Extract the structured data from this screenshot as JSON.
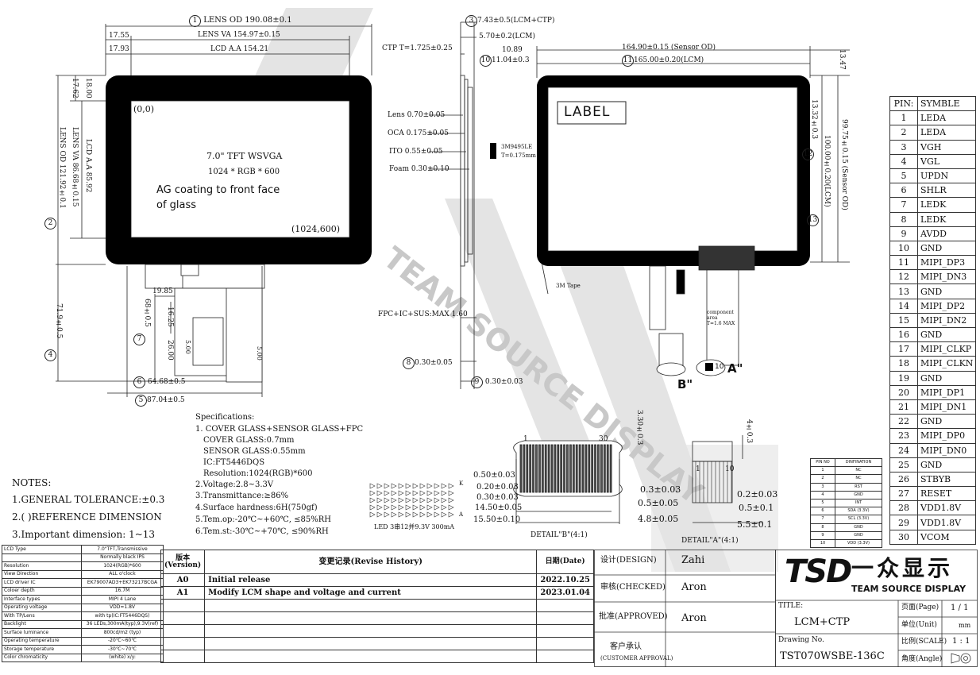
{
  "front_view": {
    "lens_od": "LENS OD 190.08±0.1",
    "lens_va": "LENS VA 154.97±0.15",
    "lcd_aa": "LCD A.A 154.21",
    "dim_1755": "17.55",
    "dim_1793": "17.93",
    "dim_1800": "18.00",
    "dim_1762": "17.62",
    "lens_od_v": "LENS OD 121.92±0.1",
    "lens_va_v": "LENS VA 86.68±0.15",
    "lcd_aa_v": "LCD A.A 85.92",
    "origin": "(0,0)",
    "end": "(1024,600)",
    "title": "7.0\" TFT WSVGA",
    "res": "1024 * RGB * 600",
    "ag1": "AG coating to front face",
    "ag2": "of glass",
    "dim_1985": "19.85",
    "dim_68": "68±0.5",
    "dim_1625": "16.25",
    "dim_2600": "26.00",
    "dim_500a": "5.00",
    "dim_500b": "5.00",
    "dim_719": "71.9±0.5",
    "dim_6468": "64.68±0.5",
    "dim_8704": "87.04±0.5"
  },
  "side_view": {
    "d3": "7.43±0.5(LCM+CTP)",
    "d570": "5.70±0.2(LCM)",
    "ctp": "CTP T=1.725±0.25",
    "lens": "Lens 0.70±0.05",
    "oca": "OCA 0.175±0.05",
    "ito": "ITO 0.55±0.05",
    "foam": "Foam 0.30±0.10",
    "tape": "3M9495LE",
    "tape_t": "T=0.175mm",
    "fpc": "FPC+IC+SUS:MAX 1.60",
    "d8": "0.30±0.05",
    "d9": "0.30±0.03"
  },
  "back_view": {
    "d1089": "10.89",
    "d1104": "11.04±0.3",
    "sensor_od": "164.90±0.15 (Sensor OD)",
    "lcm_w": "165.00±0.20(LCM)",
    "d1347": "13.47",
    "d1332": "13.32±0.3",
    "lcm_h": "100.00±0.20(LCM)",
    "sensor_h": "99.75±0.15 (Sensor OD)",
    "label": "LABEL",
    "tape": "3M Tape",
    "comp": "component",
    "comp2": "area",
    "comp3": "T=1.6 MAX",
    "detail_a": "A\"",
    "detail_b": "B\"",
    "ten": "10"
  },
  "pins": {
    "header_no": "PIN:",
    "header_sym": "SYMBLE",
    "rows": [
      [
        "1",
        "LEDA"
      ],
      [
        "2",
        "LEDA"
      ],
      [
        "3",
        "VGH"
      ],
      [
        "4",
        "VGL"
      ],
      [
        "5",
        "UPDN"
      ],
      [
        "6",
        "SHLR"
      ],
      [
        "7",
        "LEDK"
      ],
      [
        "8",
        "LEDK"
      ],
      [
        "9",
        "AVDD"
      ],
      [
        "10",
        "GND"
      ],
      [
        "11",
        "MIPI_DP3"
      ],
      [
        "12",
        "MIPI_DN3"
      ],
      [
        "13",
        "GND"
      ],
      [
        "14",
        "MIPI_DP2"
      ],
      [
        "15",
        "MIPI_DN2"
      ],
      [
        "16",
        "GND"
      ],
      [
        "17",
        "MIPI_CLKP"
      ],
      [
        "18",
        "MIPI_CLKN"
      ],
      [
        "19",
        "GND"
      ],
      [
        "20",
        "MIPI_DP1"
      ],
      [
        "21",
        "MIPI_DN1"
      ],
      [
        "22",
        "GND"
      ],
      [
        "23",
        "MIPI_DP0"
      ],
      [
        "24",
        "MIPI_DN0"
      ],
      [
        "25",
        "GND"
      ],
      [
        "26",
        "STBYB"
      ],
      [
        "27",
        "RESET"
      ],
      [
        "28",
        "VDD1.8V"
      ],
      [
        "29",
        "VDD1.8V"
      ],
      [
        "30",
        "VCOM"
      ]
    ]
  },
  "ctp_pins": {
    "h1": "PIN NO",
    "h2": "DINFINATION",
    "rows": [
      [
        "1",
        "NC"
      ],
      [
        "2",
        "NC"
      ],
      [
        "3",
        "RST"
      ],
      [
        "4",
        "GND"
      ],
      [
        "5",
        "INT"
      ],
      [
        "6",
        "SDA (3.3V)"
      ],
      [
        "7",
        "SCL (3.3V)"
      ],
      [
        "8",
        "GND"
      ],
      [
        "9",
        "GND"
      ],
      [
        "10",
        "VDD (3.3V)"
      ]
    ]
  },
  "specs": {
    "title": "Specifications:",
    "l1": "1. COVER GLASS+SENSOR GLASS+FPC",
    "l2": "COVER GLASS:0.7mm",
    "l3": "SENSOR GLASS:0.55mm",
    "l4": "IC:FT5446DQS",
    "l5": "Resolution:1024(RGB)*600",
    "l6": "2.Voltage:2.8~3.3V",
    "l7": "3.Transmittance:≥86%",
    "l8": "4.Surface hardness:6H(750gf)",
    "l9": "5.Tem.op:-20℃~+60℃, ≤85%RH",
    "l10": "6.Tem.st:-30℃~+70℃, ≤90%RH"
  },
  "led": {
    "caption": "LED 3串12并9.3V 300mA",
    "k": "K",
    "a": "A"
  },
  "detail_b": {
    "one": "1",
    "thirty": "30",
    "d330": "3.30±0.3",
    "d050": "0.50±0.03",
    "d020": "0.20±0.03",
    "d030": "0.30±0.03",
    "d1450": "14.50±0.05",
    "d1550": "15.50±0.10",
    "caption": "DETAIL\"B\"(4:1)"
  },
  "detail_a": {
    "d43": "4±0.3",
    "one": "1",
    "ten": "10",
    "d03": "0.3±0.03",
    "d05": "0.5±0.05",
    "d48": "4.8±0.05",
    "d02": "0.2±0.03",
    "d051": "0.5±0.1",
    "d55": "5.5±0.1",
    "caption": "DETAIL\"A\"(4:1)"
  },
  "notes": {
    "title": "NOTES:",
    "n1": "1.GENERAL TOLERANCE:±0.3",
    "n2": "2.(  )REFERENCE DIMENSION",
    "n3": "3.Important dimension:",
    "n3b": "1~13"
  },
  "spec_table": [
    [
      "LCD Type",
      "7.0\"TFT,Transmissive"
    ],
    [
      "",
      "Normally black IPS"
    ],
    [
      "Resolution",
      "1024(RGB)*600"
    ],
    [
      "View Direction",
      "ALL o'clock"
    ],
    [
      "LCD driver IC",
      "EK79007AD3+EK73217BCGA"
    ],
    [
      "Coloer depth",
      "16.7M"
    ],
    [
      "Interface types",
      "MIPI 4 Lane"
    ],
    [
      "Operating voltage",
      "VDD=1.8V"
    ],
    [
      "With TP/Lens",
      "with tp(IC:FT5446DQS)"
    ],
    [
      "Backlight",
      "36 LEDs,300mA(typ),9.3V(ref)"
    ],
    [
      "Surface luminance",
      "800cd/m2  (typ)"
    ],
    [
      "Operating temperature",
      "-20℃~60℃"
    ],
    [
      "Storage temperature",
      "-30℃~70℃"
    ],
    [
      "Color chromaticity",
      "(white) x/y:"
    ]
  ],
  "revision": {
    "ver_h": "版本 (Version)",
    "hist_h": "变更记录(Revise History)",
    "date_h": "日期(Date)",
    "rows": [
      [
        "A0",
        "Initial release",
        "2022.10.25"
      ],
      [
        "A1",
        "Modify LCM shape and voltage and current",
        "2023.01.04"
      ]
    ]
  },
  "signoff": {
    "design": "设计(DESIGN)",
    "design_v": "Zahi",
    "checked": "审核(CHECKED)",
    "checked_v": "Aron",
    "approved": "批准(APPROVED)",
    "approved_v": "Aron",
    "customer": "客户承认",
    "customer2": "(CUSTOMER APPROVAL)"
  },
  "title_block": {
    "brand_logo": "TSD",
    "brand_cn": "一众显示",
    "brand_en": "TEAM SOURCE DISPLAY",
    "title_l": "TITLE:",
    "title_v": "LCM+CTP",
    "page_l": "页面(Page)",
    "page_v": "1 / 1",
    "unit_l": "单位(Unit)",
    "unit_v": "mm",
    "drawing_l": "Drawing No.",
    "drawing_v": "TST070WSBE-136C",
    "scale_l": "比例(SCALE)",
    "scale_v": "1 : 1",
    "angle_l": "角度(Angle)"
  },
  "watermark": {
    "text": "TEAM SOURCE DISPLAY"
  },
  "colors": {
    "ink": "#111111",
    "watermark": "#c8c8c8",
    "brand": "#000000"
  }
}
